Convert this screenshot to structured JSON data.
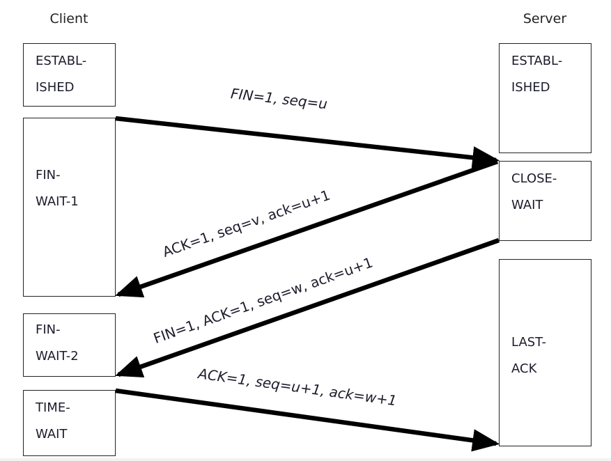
{
  "diagram": {
    "title": "TCP connection termination (four-way handshake)",
    "client": {
      "label": "Client",
      "states": [
        {
          "name": "ESTABL-\nISHED"
        },
        {
          "name": "FIN-\nWAIT-1"
        },
        {
          "name": "FIN-\nWAIT-2"
        },
        {
          "name": "TIME-\nWAIT"
        }
      ]
    },
    "server": {
      "label": "Server",
      "states": [
        {
          "name": "ESTABL-\nISHED"
        },
        {
          "name": "CLOSE-\nWAIT"
        },
        {
          "name": "LAST-\nACK"
        }
      ]
    },
    "messages": [
      {
        "from": "Client",
        "to": "Server",
        "label": "FIN=1, seq=u"
      },
      {
        "from": "Server",
        "to": "Client",
        "label": "ACK=1, seq=v, ack=u+1"
      },
      {
        "from": "Server",
        "to": "Client",
        "label": "FIN=1, ACK=1, seq=w, ack=u+1"
      },
      {
        "from": "Client",
        "to": "Server",
        "label": "ACK=1, seq=u+1, ack=w+1"
      }
    ],
    "colors": {
      "line": "#000000",
      "box_border": "#222222",
      "text": "#1c1c2c"
    }
  }
}
